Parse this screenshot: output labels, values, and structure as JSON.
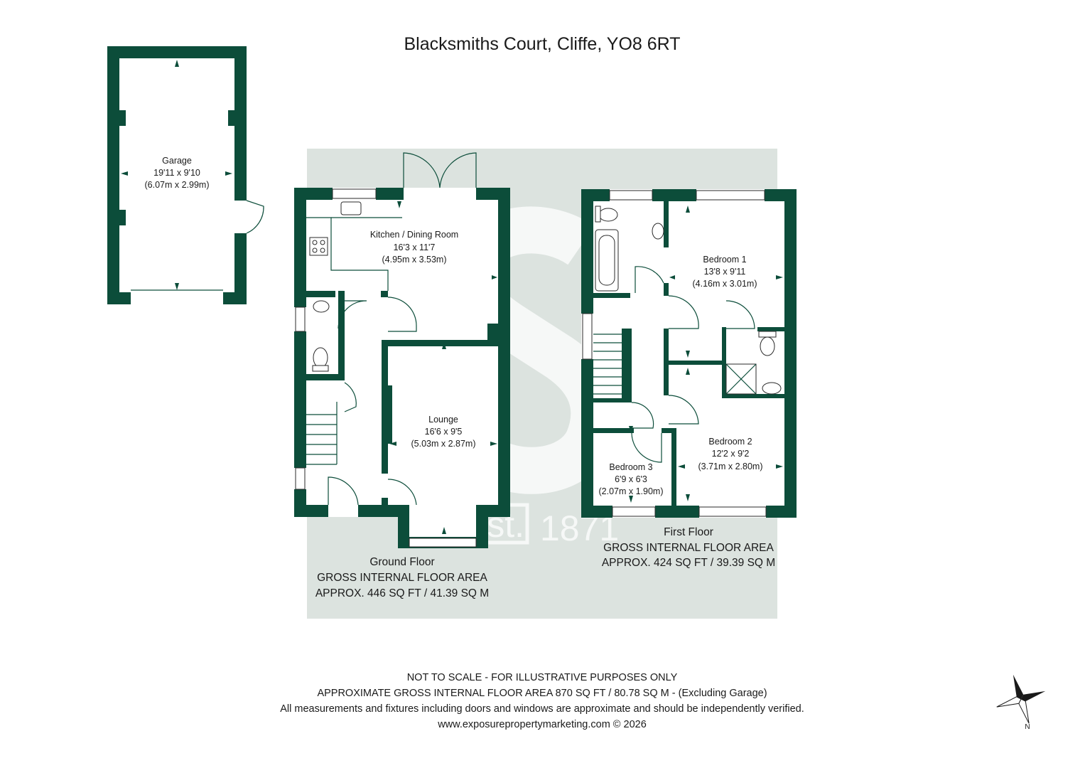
{
  "title": "Blacksmiths Court, Cliffe, YO8 6RT",
  "rooms": {
    "garage": {
      "name": "Garage",
      "imperial": "19'11 x 9'10",
      "metric": "(6.07m x 2.99m)"
    },
    "kitchen": {
      "name": "Kitchen / Dining Room",
      "imperial": "16'3 x 11'7",
      "metric": "(4.95m x 3.53m)"
    },
    "lounge": {
      "name": "Lounge",
      "imperial": "16'6 x 9'5",
      "metric": "(5.03m x 2.87m)"
    },
    "bedroom1": {
      "name": "Bedroom 1",
      "imperial": "13'8 x 9'11",
      "metric": "(4.16m x 3.01m)"
    },
    "bedroom2": {
      "name": "Bedroom 2",
      "imperial": "12'2 x 9'2",
      "metric": "(3.71m x 2.80m)"
    },
    "bedroom3": {
      "name": "Bedroom 3",
      "imperial": "6'9 x 6'3",
      "metric": "(2.07m x 1.90m)"
    }
  },
  "floors": {
    "ground": {
      "name": "Ground Floor",
      "area_label": "GROSS INTERNAL FLOOR AREA",
      "area": "APPROX. 446 SQ FT / 41.39 SQ M"
    },
    "first": {
      "name": "First Floor",
      "area_label": "GROSS INTERNAL FLOOR AREA",
      "area": "APPROX. 424 SQ FT / 39.39 SQ M"
    }
  },
  "watermark": {
    "est": "Est.",
    "year": "1871",
    "letter": "S"
  },
  "footer": {
    "line1": "NOT TO SCALE - FOR ILLUSTRATIVE PURPOSES ONLY",
    "line2": "APPROXIMATE GROSS INTERNAL FLOOR AREA 870 SQ FT / 80.78 SQ M - (Excluding Garage)",
    "line3": "All measurements and fixtures including doors and windows are approximate and should be independently verified.",
    "line4": "www.exposurepropertymarketing.com © 2026"
  },
  "compass": {
    "label": "N",
    "icon": "compass-north-icon"
  },
  "colors": {
    "wall": "#0c4d3a",
    "backdrop": "#dce3df"
  }
}
